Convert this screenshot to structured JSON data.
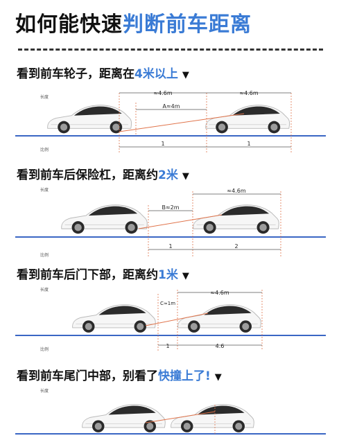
{
  "title": {
    "main": "如何能快速",
    "accent": "判断前车距离"
  },
  "sections": [
    {
      "heading": "看到前车轮子，距离在",
      "highlight": "4米以上",
      "triangle": "▼",
      "small_top": "长度",
      "small_bottom": "比例",
      "dims": {
        "top1": "≈4.6m",
        "top2": "≈4.6m",
        "gap": "A≈4m",
        "bottom1": "1",
        "bottom2": "1"
      }
    },
    {
      "heading": "看到前车后保险杠，距离约",
      "highlight": "2米",
      "triangle": "▼",
      "small_top": "长度",
      "small_bottom": "比例",
      "dims": {
        "top": "≈4.6m",
        "gap": "B≈2m",
        "bottom1": "1",
        "bottom2": "2"
      }
    },
    {
      "heading": "看到前车后门下部，距离约",
      "highlight": "1米",
      "triangle": "▼",
      "small_top": "长度",
      "small_bottom": "比例",
      "dims": {
        "top": "≈4.6m",
        "gap": "C≈1m",
        "bottom1": "1",
        "bottom2": "4.6"
      }
    },
    {
      "heading": "看到前车尾门中部，别看了",
      "highlight": "快撞上了!",
      "triangle": "▼",
      "small_top": "长度"
    }
  ],
  "colors": {
    "accent": "#3a7bd5",
    "ground": "#3a66c4",
    "sightline": "#e0734a"
  }
}
